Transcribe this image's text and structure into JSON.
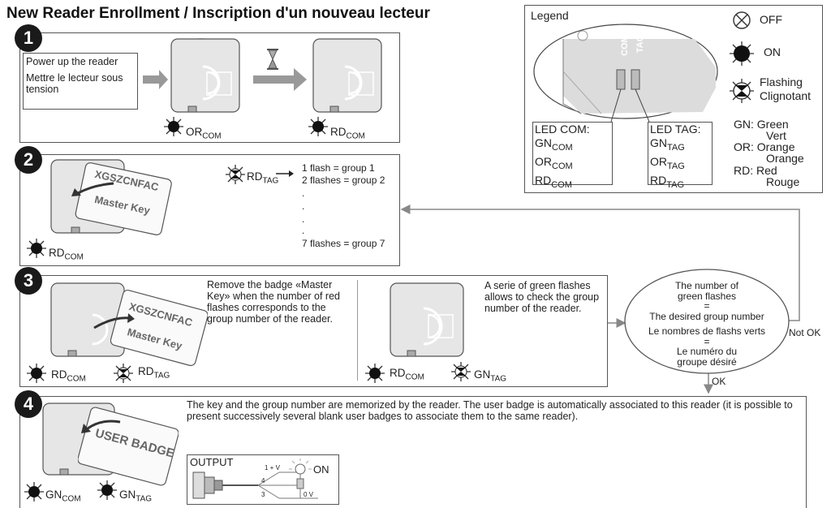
{
  "title": "New Reader Enrollment / Inscription d'un nouveau lecteur",
  "legend": {
    "title": "Legend",
    "states": [
      "OFF",
      "ON",
      "Flashing",
      "Clignotant"
    ],
    "led_com_title": "LED COM:",
    "led_tag_title": "LED TAG:",
    "com_label": "COM",
    "tag_label": "TAG",
    "colors": [
      {
        "code": "GN:",
        "en": "Green",
        "fr": "Vert"
      },
      {
        "code": "OR:",
        "en": "Orange",
        "fr": "Orange"
      },
      {
        "code": "RD:",
        "en": "Red",
        "fr": "Rouge"
      }
    ]
  },
  "step1": {
    "number": "1",
    "text_en": "Power up the reader",
    "text_fr": "Mettre le lecteur sous tension"
  },
  "step2": {
    "number": "2",
    "card_code": "XGSZCNFAC",
    "card_name": "Master Key",
    "groups": [
      "1 flash = group 1",
      "2 flashes = group 2",
      ".",
      ".",
      ".",
      ".",
      "7 flashes = group 7"
    ]
  },
  "step3": {
    "number": "3",
    "card_code": "XGSZCNFAC",
    "card_name": "Master Key",
    "text_remove": "Remove the badge «Master Key» when the number of red flashes corresponds to the group number of the reader.",
    "text_check": "A serie of green flashes allows to check the group number of the reader."
  },
  "decision": {
    "line1": "The number of green flashes",
    "eq1": "=",
    "line2": "The desired group number",
    "line3": "Le nombres de flashs verts",
    "eq2": "=",
    "line4": "Le numéro du groupe désiré",
    "not_ok": "Not OK",
    "ok": "OK"
  },
  "step4": {
    "number": "4",
    "card_name": "USER BADGE",
    "text": "The key and the group number are memorized by the reader. The user badge is automatically associated to this reader (it is possible to present successively several blank user badges to associate them to the same reader).",
    "output_title": "OUTPUT",
    "output_plus": "1 + V",
    "output_wire4": "4",
    "output_wire3": "3",
    "output_zero": "0 V",
    "output_on": "ON"
  }
}
